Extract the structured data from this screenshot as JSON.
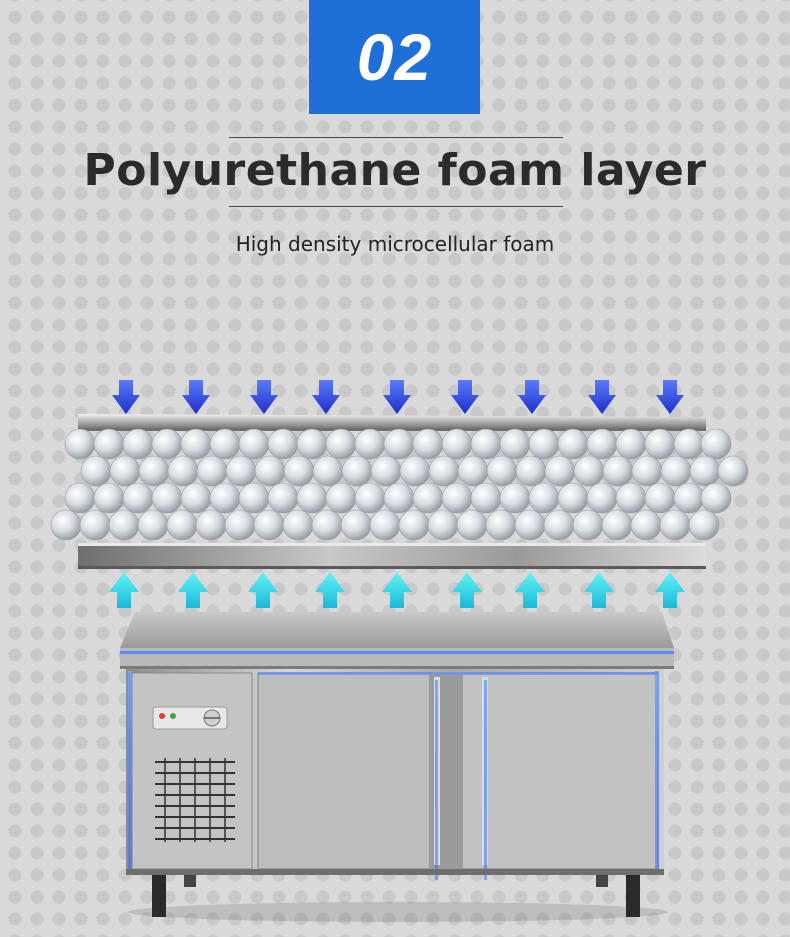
{
  "badge": {
    "number": "02"
  },
  "heading": {
    "title": "Polyurethane foam layer",
    "subtitle": "High density microcellular foam"
  },
  "colors": {
    "badge_bg": "#1e6fd8",
    "arrow_down": "#2f4fe0",
    "arrow_up": "#29d8e8",
    "glow": "#3a7bff"
  },
  "illustration": {
    "top_arrows": 9,
    "bottom_arrows": 9,
    "foam_rows": 4,
    "product": "stainless steel undercounter refrigerator"
  }
}
